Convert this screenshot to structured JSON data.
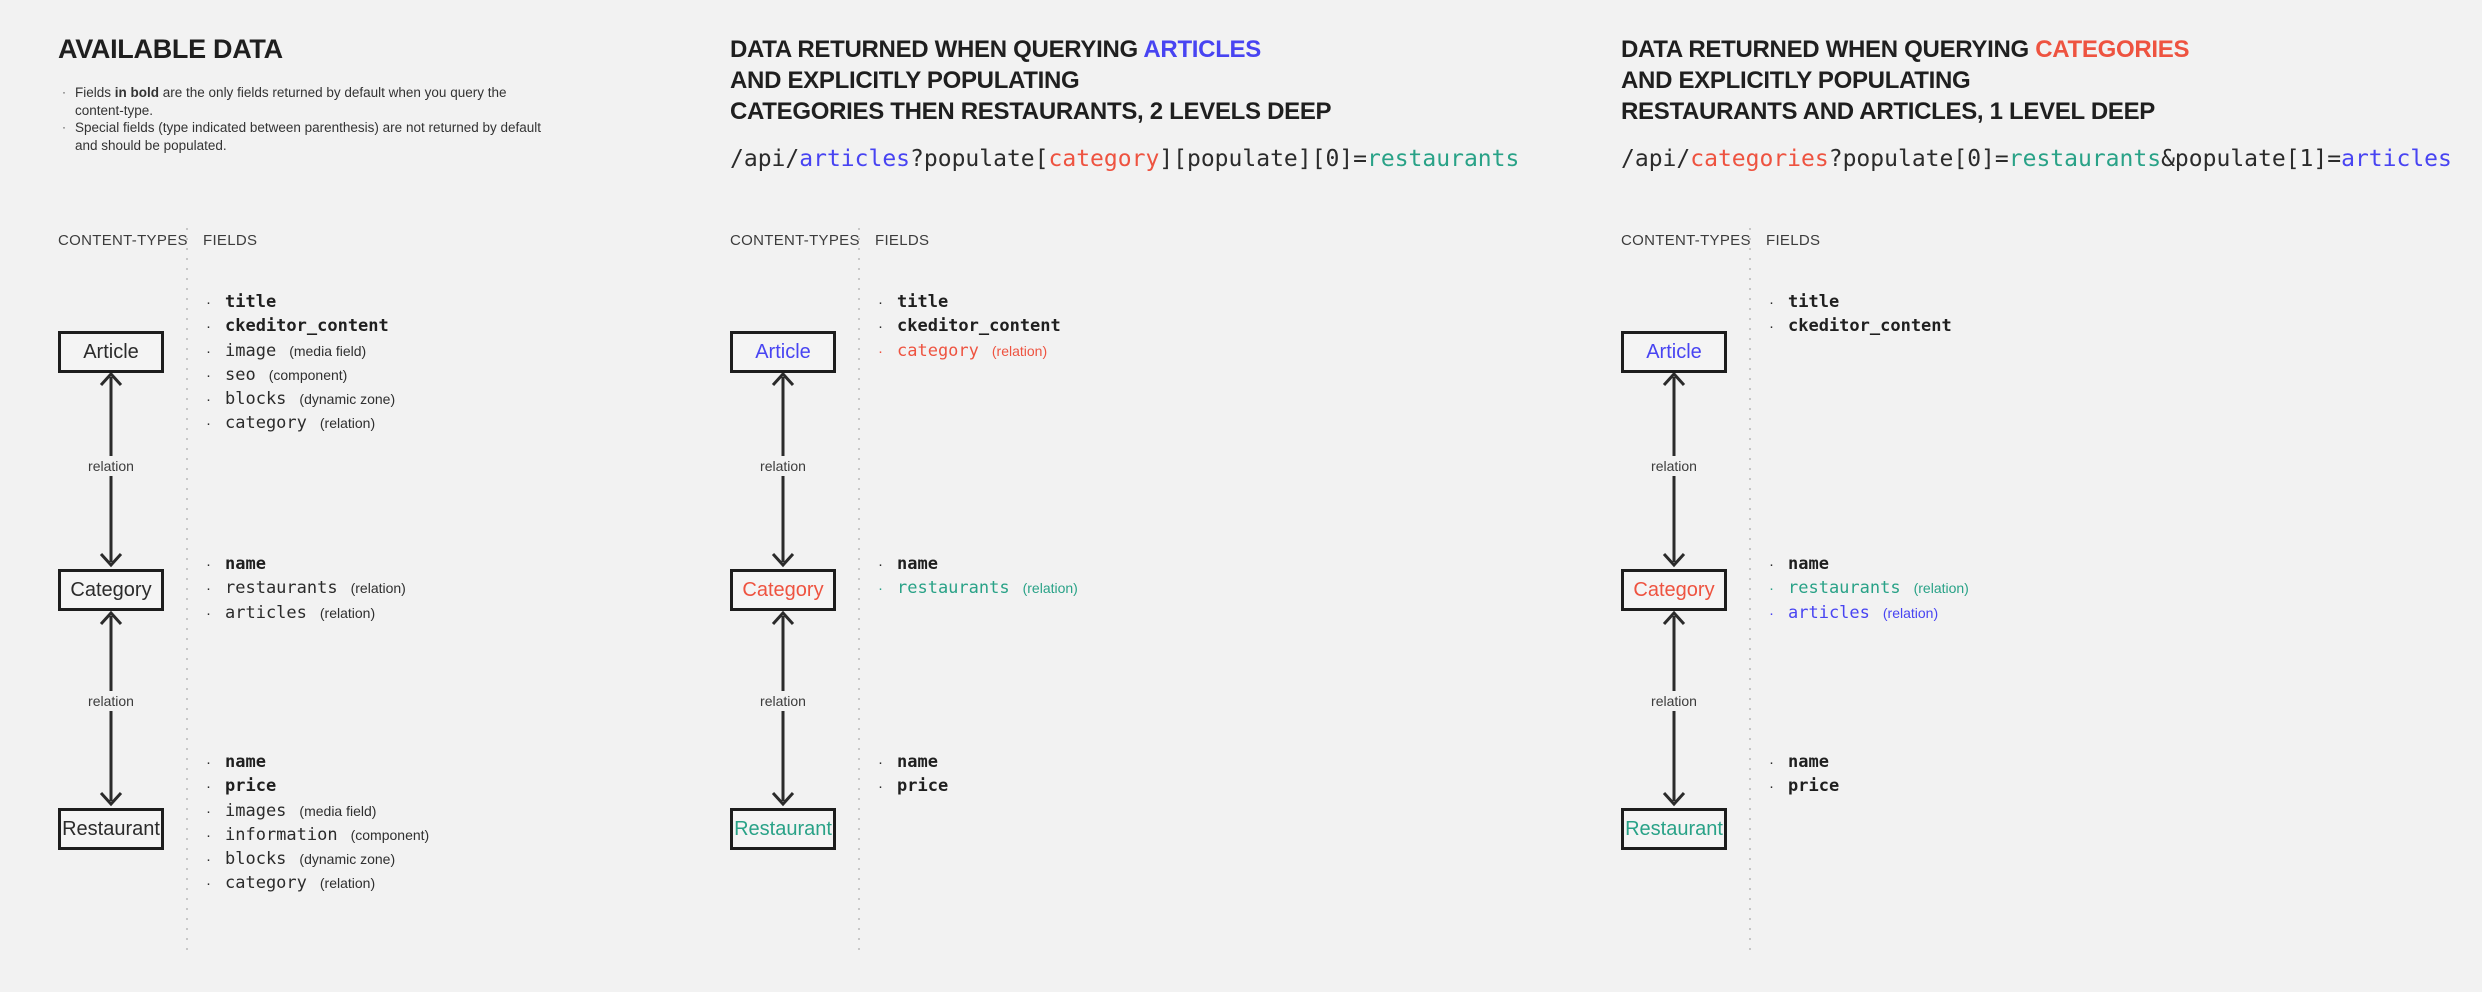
{
  "colors": {
    "background": "#f2f2f2",
    "ink": "#232323",
    "blue": "#4844f2",
    "red": "#ee5340",
    "teal": "#29a287"
  },
  "glyphs": {
    "bullet": "·"
  },
  "shared": {
    "content_types_header": "CONTENT-TYPES",
    "fields_header": "FIELDS",
    "relation_label": "relation"
  },
  "panels": [
    {
      "title": "AVAILABLE DATA",
      "notes": {
        "n1_pre": "Fields ",
        "n1_bold": "in bold",
        "n1_post": " are the only fields returned by default when you query the content-type.",
        "n2": "Special fields (type indicated between parenthesis) are not returned by default and should be populated."
      },
      "boxes": {
        "article": "Article",
        "category": "Category",
        "restaurant": "Restaurant"
      },
      "fields": {
        "article": [
          {
            "name": "title"
          },
          {
            "name": "ckeditor_content"
          },
          {
            "name": "image",
            "type": "(media field)"
          },
          {
            "name": "seo",
            "type": "(component)"
          },
          {
            "name": "blocks",
            "type": "(dynamic zone)"
          },
          {
            "name": "category",
            "type": "(relation)"
          }
        ],
        "category": [
          {
            "name": "name"
          },
          {
            "name": "restaurants",
            "type": "(relation)"
          },
          {
            "name": "articles",
            "type": "(relation)"
          }
        ],
        "restaurant": [
          {
            "name": "name"
          },
          {
            "name": "price"
          },
          {
            "name": "images",
            "type": "(media field)"
          },
          {
            "name": "information",
            "type": "(component)"
          },
          {
            "name": "blocks",
            "type": "(dynamic zone)"
          },
          {
            "name": "category",
            "type": "(relation)"
          }
        ]
      }
    },
    {
      "title": {
        "line1_pre": "DATA RETURNED WHEN QUERYING ",
        "line1_accent": "ARTICLES",
        "line2": "AND EXPLICITLY POPULATING",
        "line3": "CATEGORIES THEN RESTAURANTS, 2 LEVELS DEEP"
      },
      "url": {
        "s1": "/api/",
        "s2": "articles",
        "s3": "?populate[",
        "s4": "category",
        "s5": "][populate][0]=",
        "s6": "restaurants"
      },
      "boxes": {
        "article": "Article",
        "category": "Category",
        "restaurant": "Restaurant"
      },
      "fields": {
        "article": [
          {
            "name": "title"
          },
          {
            "name": "ckeditor_content"
          },
          {
            "name": "category",
            "type": "(relation)"
          }
        ],
        "category": [
          {
            "name": "name"
          },
          {
            "name": "restaurants",
            "type": "(relation)"
          }
        ],
        "restaurant": [
          {
            "name": "name"
          },
          {
            "name": "price"
          }
        ]
      }
    },
    {
      "title": {
        "line1_pre": "DATA RETURNED WHEN QUERYING ",
        "line1_accent": "CATEGORIES",
        "line2": "AND EXPLICITLY POPULATING",
        "line3": "RESTAURANTS AND ARTICLES, 1 LEVEL DEEP"
      },
      "url": {
        "s1": "/api/",
        "s2": "categories",
        "s3": "?populate[0]=",
        "s4": "restaurants",
        "s5": "&populate[1]=",
        "s6": "articles"
      },
      "boxes": {
        "article": "Article",
        "category": "Category",
        "restaurant": "Restaurant"
      },
      "fields": {
        "article": [
          {
            "name": "title"
          },
          {
            "name": "ckeditor_content"
          }
        ],
        "category": [
          {
            "name": "name"
          },
          {
            "name": "restaurants",
            "type": "(relation)"
          },
          {
            "name": "articles",
            "type": "(relation)"
          }
        ],
        "restaurant": [
          {
            "name": "name"
          },
          {
            "name": "price"
          }
        ]
      }
    }
  ]
}
